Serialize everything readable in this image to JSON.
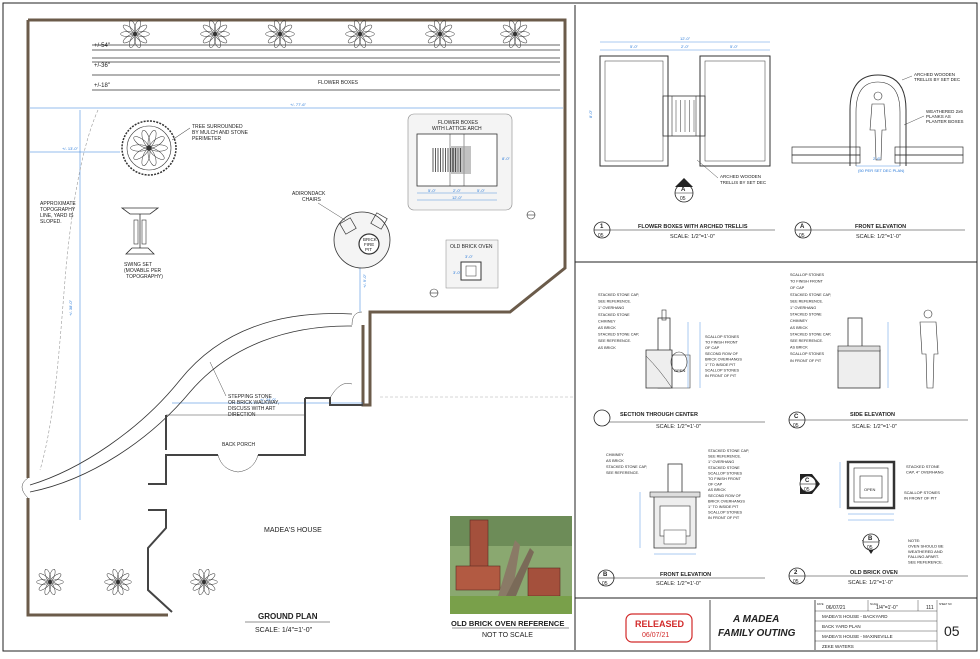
{
  "plan": {
    "dim_54": "+/-54\"",
    "dim_36": "+/-36\"",
    "dim_18": "+/-18\"",
    "flower_boxes": "FLOWER BOXES",
    "dim_top": "+/- 77'-6\"",
    "dim_left": "+/- 13'-0\"",
    "dim_mid": "+/- 24'-0\"",
    "dim_vert": "+/- 38'-0\"",
    "dim_firepit": "+/- 9'-0\"",
    "tree_note": [
      "TREE SURROUNDED",
      "BY MULCH AND STONE",
      "PERIMETER"
    ],
    "topo_note": [
      "APPROXIMATE",
      "TOPOGRAPHY",
      "LINE, YARD IS",
      "SLOPED."
    ],
    "swing_note": [
      "SWING SET",
      "(MOVABLE PER",
      "TOPOGRAPHY)"
    ],
    "lattice_note": [
      "FLOWER BOXES",
      "WITH LATTICE ARCH"
    ],
    "lattice_dims": [
      "5'-0\"",
      "2'-0\"",
      "5'-0\"",
      "12'-0\"",
      "8'-0\""
    ],
    "adirondack": [
      "ADIRONDACK",
      "CHAIRS"
    ],
    "fire_pit": [
      "BRICK",
      "FIRE",
      "PIT"
    ],
    "oven": "OLD BRICK OVEN",
    "oven_dims": [
      "3'-0\"",
      "3'-0\""
    ],
    "stepping": [
      "STEPPING STONE",
      "OR BRICK WALKWAY,",
      "DISCUSS WITH ART",
      "DIRECTION"
    ],
    "back_porch": "BACK PORCH",
    "house": "MADEA'S HOUSE",
    "title": "GROUND PLAN",
    "scale": "SCALE: 1/4\"=1'-0\""
  },
  "photo": {
    "title": "OLD BRICK OVEN REFERENCE",
    "scale": "NOT TO SCALE"
  },
  "details": {
    "d1": {
      "num": "1",
      "sheet": "05",
      "title": "FLOWER BOXES WITH ARCHED TRELLIS",
      "scale": "SCALE: 1/2\"=1'-0\"",
      "dims": [
        "12'-0\"",
        "5'-0\"",
        "2'-0\"",
        "5'-0\"",
        "8'-0\""
      ],
      "note": [
        "ARCHED WOODEN",
        "TRELLIS BY SET DEC"
      ],
      "callout": "A",
      "callout_sheet": "05"
    },
    "dA": {
      "num": "A",
      "sheet": "05",
      "title": "FRONT ELEVATION",
      "scale": "SCALE: 1/2\"=1'-0\"",
      "notes1": [
        "ARCHED WOODEN",
        "TRELLIS BY SET DEC"
      ],
      "notes2": [
        "WEATHERED 2x6",
        "PLANKS AS",
        "PLANTER BOXES"
      ],
      "dims": [
        "2'-6\"",
        "(50 PER SET DEC PLAN)"
      ]
    },
    "dSection": {
      "title": "SECTION THROUGH CENTER",
      "scale": "SCALE: 1/2\"=1'-0\"",
      "notes": [
        "STACKED STONE CAP,",
        "SEE REFERENCE.",
        "1\" OVERHANG",
        "STACKED STONE",
        "CHIMNEY",
        "AS BRICK",
        "STACKED STONE CAP,",
        "SEE REFERENCE.",
        "AS BRICK"
      ],
      "notes_r": [
        "SCALLOP STONES",
        "TO FINISH FRONT",
        "OF CAP",
        "SECOND ROW OF",
        "BRICK OVERHANGS",
        "1\" TO INSIDE PIT",
        "SCALLOP STONES",
        "IN FRONT OF PIT"
      ],
      "open": "OPEN"
    },
    "dC": {
      "num": "C",
      "sheet": "05",
      "title": "SIDE ELEVATION",
      "scale": "SCALE: 1/2\"=1'-0\"",
      "notes": [
        "SCALLOP STONES",
        "TO FINISH FRONT",
        "OF CAP",
        "STACKED STONE CAP,",
        "SEE REFERENCE.",
        "1\" OVERHANG",
        "STACKED STONE",
        "CHIMNEY",
        "AS BRICK",
        "STACKED STONE CAP,",
        "SEE REFERENCE.",
        "AS BRICK",
        "SCALLOP STONES",
        "IN FRONT OF PIT"
      ]
    },
    "dB": {
      "num": "B",
      "sheet": "05",
      "title": "FRONT ELEVATION",
      "scale": "SCALE: 1/2\"=1'-0\"",
      "notes": [
        "CHIMNEY",
        "AS BRICK",
        "STACKED STONE CAP,",
        "SEE REFERENCE.",
        "STACKED STONE CAP,",
        "SEE REFERENCE.",
        "1\" OVERHANG",
        "STACKED STONE",
        "SCALLOP STONES",
        "TO FINISH FRONT",
        "OF CAP",
        "AS BRICK",
        "SECOND ROW OF",
        "BRICK OVERHANGS",
        "1\" TO INSIDE PIT",
        "SCALLOP STONES",
        "IN FRONT OF PIT"
      ]
    },
    "d2": {
      "num": "2",
      "sheet": "05",
      "title": "OLD BRICK OVEN",
      "scale": "SCALE: 1/2\"=1'-0\"",
      "notes": [
        "STACKED STONE",
        "CAP, 4\" OVERHANG",
        "SCALLOP STONES",
        "IN FRONT OF PIT"
      ],
      "open": "OPEN",
      "note2": [
        "NOTE:",
        "OVEN SHOULD BE",
        "WEATHERED AND",
        "FALLING APART.",
        "SEE REFERENCE."
      ],
      "callB": "B",
      "callC": "C",
      "call_sheet": "05"
    }
  },
  "titleblock": {
    "stamp": "RELEASED",
    "stamp_date": "06/07/21",
    "show_line1": "A MADEA",
    "show_line2": "FAMILY OUTING",
    "date": "06/07/21",
    "scale": "1/4\"=1'-0\"",
    "num": "111",
    "drawing": "MADEA'S HOUSE - BACKYARD",
    "plan": "BACK YARD PLAN",
    "location": "MADEA'S HOUSE - MAXINEVILLE",
    "designer": "ZEKE WATERS",
    "sheet": "05",
    "lbl_date": "DATE",
    "lbl_scale": "SCALE",
    "lbl_sheet": "SHEET NO"
  },
  "colors": {
    "line": "#222222",
    "dim": "#2b7bd9",
    "stamp": "#d22a2a",
    "wall": "#555555"
  }
}
